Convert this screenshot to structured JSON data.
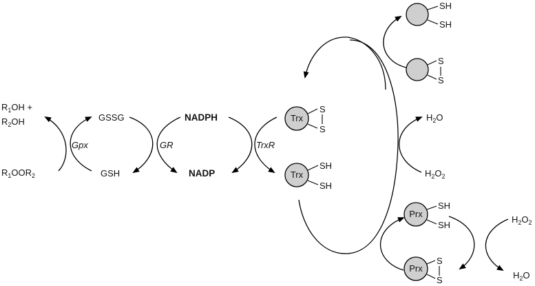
{
  "gpx_cycle": {
    "product_top": "R1OH +",
    "product_bottom": "R2OH",
    "substrate": "R1OOR2",
    "enzyme": "Gpx"
  },
  "gr_cycle": {
    "oxidized": "GSSG",
    "reduced": "GSH",
    "enzyme": "GR"
  },
  "trxr_cycle": {
    "donor": "NADPH",
    "product": "NADP",
    "enzyme": "TrxR"
  },
  "proteins": {
    "trx": "Trx",
    "prx": "Prx"
  },
  "groups": {
    "thiol": "SH",
    "sulfur": "S"
  },
  "molecules": {
    "water": "H2O",
    "peroxide": "H2O2"
  }
}
